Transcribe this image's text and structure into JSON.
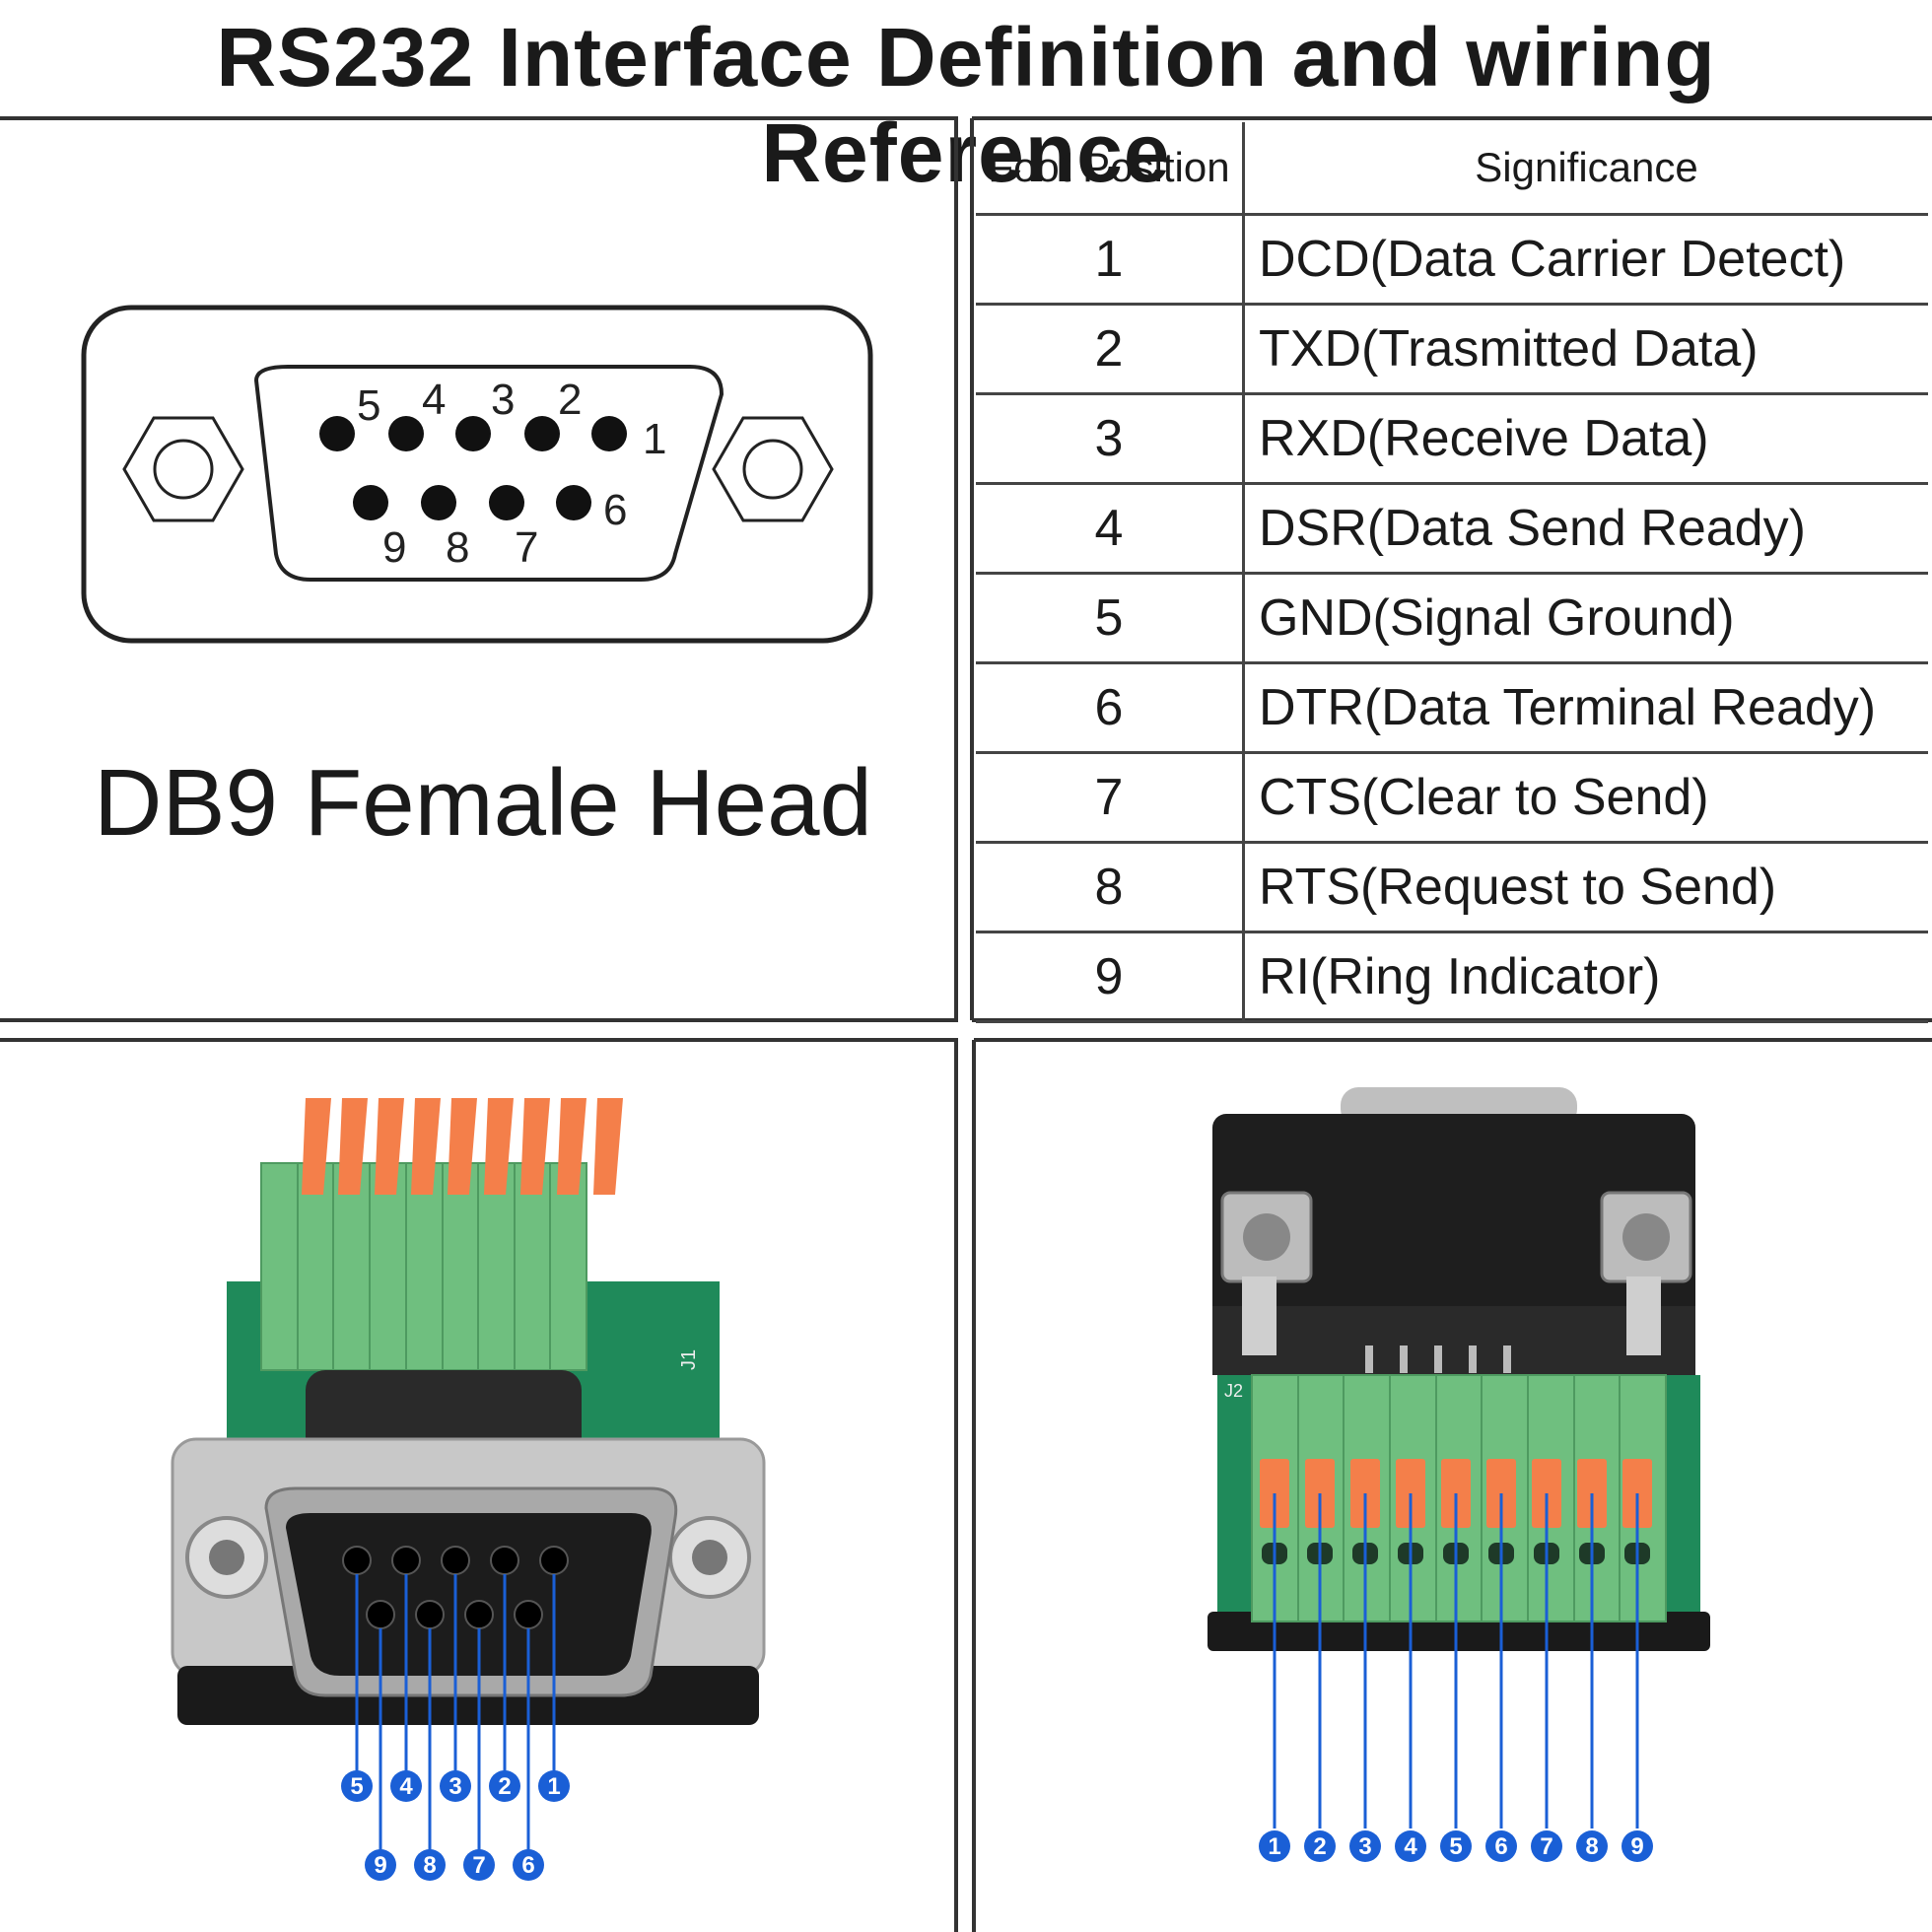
{
  "title": "RS232 Interface Definition and wiring Reference",
  "db9": {
    "label": "DB9 Female Head",
    "top_row_numbers": [
      "5",
      "4",
      "3",
      "2",
      "1"
    ],
    "bottom_row_numbers": [
      "9",
      "8",
      "7",
      "6"
    ]
  },
  "table": {
    "headers": [
      "Foot Position",
      "Significance"
    ],
    "rows": [
      {
        "pos": "1",
        "sig": "DCD(Data Carrier Detect)"
      },
      {
        "pos": "2",
        "sig": "TXD(Trasmitted Data)"
      },
      {
        "pos": "3",
        "sig": "RXD(Receive Data)"
      },
      {
        "pos": "4",
        "sig": "DSR(Data Send Ready)"
      },
      {
        "pos": "5",
        "sig": "GND(Signal Ground)"
      },
      {
        "pos": "6",
        "sig": "DTR(Data Terminal Ready)"
      },
      {
        "pos": "7",
        "sig": "CTS(Clear to Send)"
      },
      {
        "pos": "8",
        "sig": "RTS(Request to Send)"
      },
      {
        "pos": "9",
        "sig": "RI(Ring Indicator)"
      }
    ]
  },
  "photo_left": {
    "top_callouts": [
      "5",
      "4",
      "3",
      "2",
      "1"
    ],
    "bottom_callouts": [
      "9",
      "8",
      "7",
      "6"
    ],
    "pcb_text": "J1"
  },
  "photo_right": {
    "callouts": [
      "1",
      "2",
      "3",
      "4",
      "5",
      "6",
      "7",
      "8",
      "9"
    ],
    "pcb_text": "J2"
  },
  "colors": {
    "callout_blue": "#1a5fd6",
    "terminal_green": "#6fbf7f",
    "lever_orange": "#f47f4a",
    "pcb_green": "#1f8a5a"
  }
}
